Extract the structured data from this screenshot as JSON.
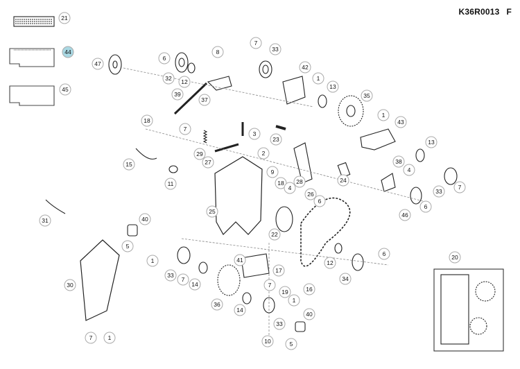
{
  "document": {
    "code": "K36R0013",
    "revision": "F"
  },
  "labels": {
    "p21": "21",
    "p44": "44",
    "p45": "45",
    "p47": "47",
    "p6a": "6",
    "p32": "32",
    "p12a": "12",
    "p8": "8",
    "p7a": "7",
    "p33a": "33",
    "p42": "42",
    "p1a": "1",
    "p13a": "13",
    "p35": "35",
    "p39": "39",
    "p37": "37",
    "p18a": "18",
    "p7b": "7",
    "p3": "3",
    "p23": "23",
    "p1b": "1",
    "p43": "43",
    "p29": "29",
    "p27": "27",
    "p2": "2",
    "p15": "15",
    "p9": "9",
    "p18b": "18",
    "p4a": "4",
    "p28": "28",
    "p24": "24",
    "p38": "38",
    "p4b": "4",
    "p13b": "13",
    "p11": "11",
    "p33b": "33",
    "p7c": "7",
    "p26": "26",
    "p6b": "6",
    "p6c": "6",
    "p46": "46",
    "p25": "25",
    "p31": "31",
    "p40a": "40",
    "p22": "22",
    "p5a": "5",
    "p1c": "1",
    "p33c": "33",
    "p7d": "7",
    "p14a": "14",
    "p41": "41",
    "p12b": "12",
    "p6d": "6",
    "p17": "17",
    "p7e": "7",
    "p30": "30",
    "p34": "34",
    "p19": "19",
    "p16": "16",
    "p36": "36",
    "p14b": "14",
    "p1d": "1",
    "p40b": "40",
    "p33d": "33",
    "p20": "20",
    "p7f": "7",
    "p1e": "1",
    "p10": "10",
    "p5b": "5"
  },
  "highlight": {
    "label": "p44",
    "color": "#a9d8e3"
  },
  "colors": {
    "line": "#222222",
    "bubble_border": "#aaaaaa",
    "leader": "#888888"
  }
}
